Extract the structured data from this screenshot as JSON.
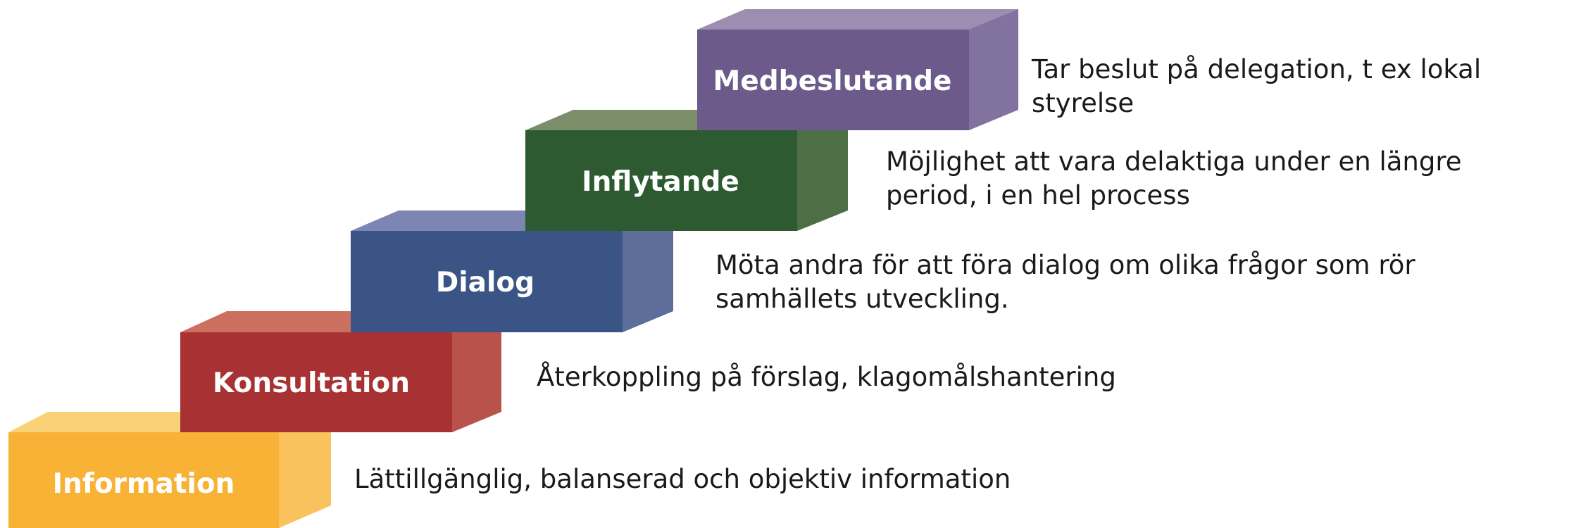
{
  "steps": [
    {
      "label": "Information",
      "description": "Lättillgänglig, balanserad och objektiv information",
      "colors": {
        "front": "#F8B236",
        "top": "#FBD178",
        "side": "#F9C25D"
      }
    },
    {
      "label": "Konsultation",
      "description": "Återkoppling på förslag,  klagomålshantering",
      "colors": {
        "front": "#A83233",
        "top": "#CB7060",
        "side": "#B9524A"
      }
    },
    {
      "label": "Dialog",
      "description": "Möta andra för att föra dialog om olika frågor som rör samhällets utveckling.",
      "colors": {
        "front": "#3A5585",
        "top": "#7D86B2",
        "side": "#5F6D9B"
      }
    },
    {
      "label": "Inflytande",
      "description": "Möjlighet att vara delaktiga under en längre period, i en hel process",
      "colors": {
        "front": "#2D5A31",
        "top": "#7B8E6A",
        "side": "#4E6E45"
      }
    },
    {
      "label": "Medbeslutande",
      "description": "Tar beslut på delegation, t ex lokal styrelse",
      "colors": {
        "front": "#6C5A8A",
        "top": "#9D8DB1",
        "side": "#82729F"
      }
    }
  ]
}
